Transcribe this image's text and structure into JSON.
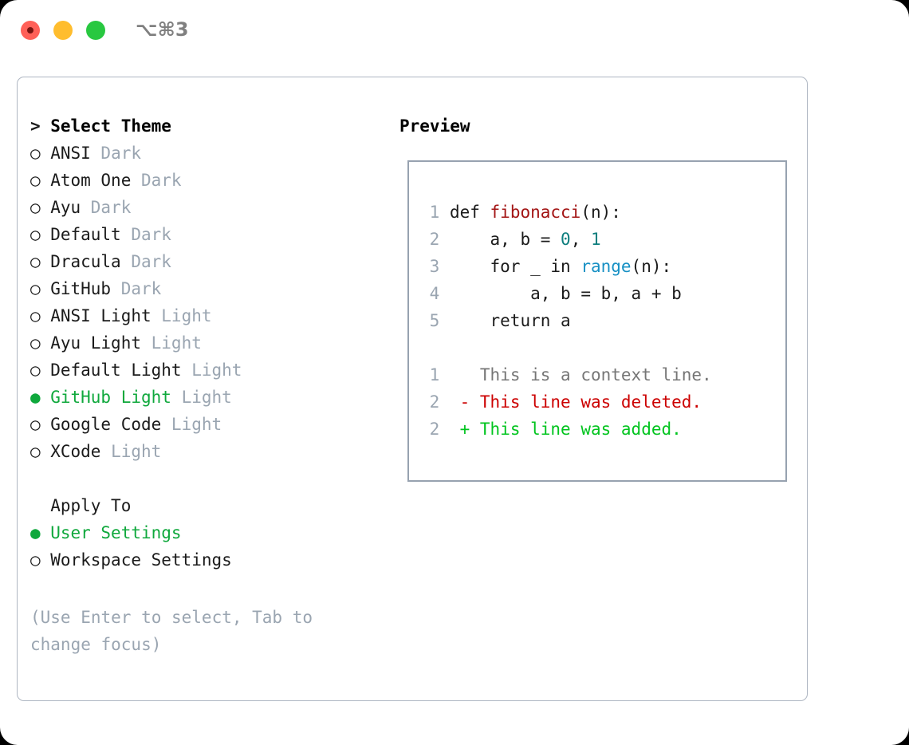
{
  "window": {
    "shortcut": "⌥⌘3",
    "traffic_lights": [
      "close",
      "minimize",
      "maximize"
    ]
  },
  "theme_picker": {
    "header_marker": ">",
    "header": "Select Theme",
    "unselected_marker": "○",
    "selected_marker": "●",
    "accent_color": "#0fa83c",
    "muted_color": "#9aa5b1",
    "items": [
      {
        "name": "ANSI",
        "tag": "Dark",
        "selected": false
      },
      {
        "name": "Atom One",
        "tag": "Dark",
        "selected": false
      },
      {
        "name": "Ayu",
        "tag": "Dark",
        "selected": false
      },
      {
        "name": "Default",
        "tag": "Dark",
        "selected": false
      },
      {
        "name": "Dracula",
        "tag": "Dark",
        "selected": false
      },
      {
        "name": "GitHub",
        "tag": "Dark",
        "selected": false
      },
      {
        "name": "ANSI Light",
        "tag": "Light",
        "selected": false
      },
      {
        "name": "Ayu Light",
        "tag": "Light",
        "selected": false
      },
      {
        "name": "Default Light",
        "tag": "Light",
        "selected": false
      },
      {
        "name": "GitHub Light",
        "tag": "Light",
        "selected": true
      },
      {
        "name": "Google Code",
        "tag": "Light",
        "selected": false
      },
      {
        "name": "XCode",
        "tag": "Light",
        "selected": false
      }
    ]
  },
  "apply_to": {
    "header": "Apply To",
    "items": [
      {
        "name": "User Settings",
        "selected": true
      },
      {
        "name": "Workspace Settings",
        "selected": false
      }
    ]
  },
  "hint": "(Use Enter to select, Tab to change focus)",
  "preview": {
    "title": "Preview",
    "code_lines": [
      {
        "no": "1",
        "segments": [
          {
            "text": "def ",
            "kind": "plain"
          },
          {
            "text": "fibonacci",
            "kind": "func"
          },
          {
            "text": "(n):",
            "kind": "plain"
          }
        ]
      },
      {
        "no": "2",
        "segments": [
          {
            "text": "    a, b = ",
            "kind": "plain"
          },
          {
            "text": "0",
            "kind": "num"
          },
          {
            "text": ", ",
            "kind": "plain"
          },
          {
            "text": "1",
            "kind": "num"
          }
        ]
      },
      {
        "no": "3",
        "segments": [
          {
            "text": "    for _ in ",
            "kind": "plain"
          },
          {
            "text": "range",
            "kind": "call"
          },
          {
            "text": "(n):",
            "kind": "plain"
          }
        ]
      },
      {
        "no": "4",
        "segments": [
          {
            "text": "        a, b = b, a + b",
            "kind": "plain"
          }
        ]
      },
      {
        "no": "5",
        "segments": [
          {
            "text": "    return a",
            "kind": "plain"
          }
        ]
      }
    ],
    "diff_lines": [
      {
        "no": "1",
        "sign": " ",
        "text": "This is a context line.",
        "kind": "ctx"
      },
      {
        "no": "2",
        "sign": "-",
        "text": "This line was deleted.",
        "kind": "del"
      },
      {
        "no": "2",
        "sign": "+",
        "text": "This line was added.",
        "kind": "add"
      }
    ]
  }
}
